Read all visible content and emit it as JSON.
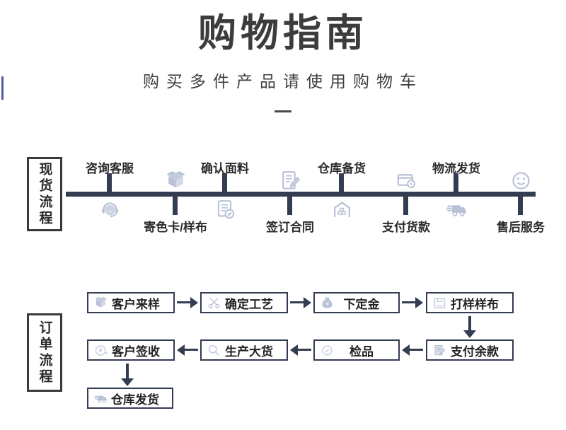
{
  "header": {
    "title": "购物指南",
    "subtitle": "购买多件产品请使用购物车"
  },
  "colors": {
    "accent_dark": "#333d52",
    "icon_light": "#b9c1d6",
    "text_dark": "#3c3c3c",
    "edge_accent_blue": "#4d5c9e"
  },
  "stock_flow": {
    "side_label": "现货流程",
    "steps": [
      {
        "label": "咨询客服",
        "icon": "customer-service-icon",
        "label_position": "above"
      },
      {
        "label": "寄色卡/样布",
        "icon": "parcel-box-icon",
        "label_position": "below"
      },
      {
        "label": "确认面料",
        "icon": "fabric-check-icon",
        "label_position": "above"
      },
      {
        "label": "签订合同",
        "icon": "contract-sign-icon",
        "label_position": "below"
      },
      {
        "label": "仓库备货",
        "icon": "warehouse-icon",
        "label_position": "above"
      },
      {
        "label": "支付货款",
        "icon": "payment-card-icon",
        "label_position": "below"
      },
      {
        "label": "物流发货",
        "icon": "logistics-truck-icon",
        "label_position": "above"
      },
      {
        "label": "售后服务",
        "icon": "smiley-face-icon",
        "label_position": "below"
      }
    ]
  },
  "order_flow": {
    "side_label": "订单流程",
    "row1": [
      {
        "label": "客户来样",
        "icon": "sample-box-icon"
      },
      {
        "label": "确定工艺",
        "icon": "scissors-icon"
      },
      {
        "label": "下定金",
        "icon": "money-bag-icon"
      },
      {
        "label": "打样样布",
        "icon": "proof-package-icon"
      }
    ],
    "row2": [
      {
        "label": "客户签收",
        "icon": "yen-receipt-icon"
      },
      {
        "label": "生产大货",
        "icon": "magnifier-icon"
      },
      {
        "label": "检品",
        "icon": "inspection-badge-icon"
      },
      {
        "label": "支付余款",
        "icon": "balance-doc-icon"
      }
    ],
    "row3": [
      {
        "label": "仓库发货",
        "icon": "shipping-truck-icon"
      }
    ]
  }
}
